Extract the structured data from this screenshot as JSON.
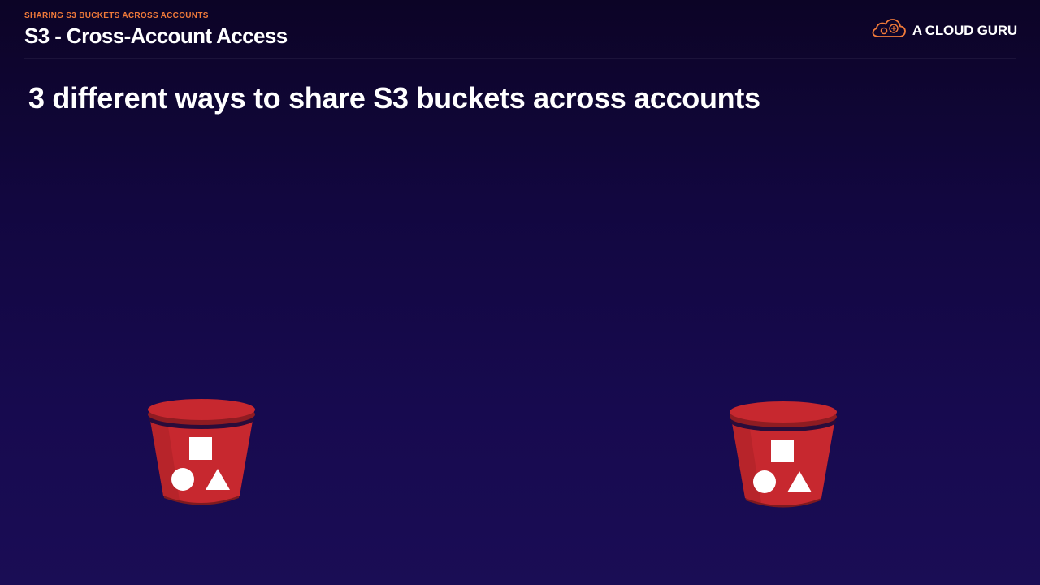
{
  "header": {
    "eyebrow": "SHARING S3 BUCKETS ACROSS ACCOUNTS",
    "title": "S3 - Cross-Account Access"
  },
  "logo": {
    "text": "A CLOUD GURU",
    "icon": "cloud-icon",
    "accent_color": "#f07a3a"
  },
  "main": {
    "headline": "3 different ways to share S3 buckets across accounts"
  },
  "buckets": [
    {
      "icon": "s3-bucket-icon",
      "color": "#c7282f"
    },
    {
      "icon": "s3-bucket-icon",
      "color": "#c7282f"
    }
  ],
  "colors": {
    "background_top": "#0c0426",
    "background_bottom": "#1a0d55",
    "eyebrow": "#f07a3a",
    "text": "#ffffff"
  }
}
